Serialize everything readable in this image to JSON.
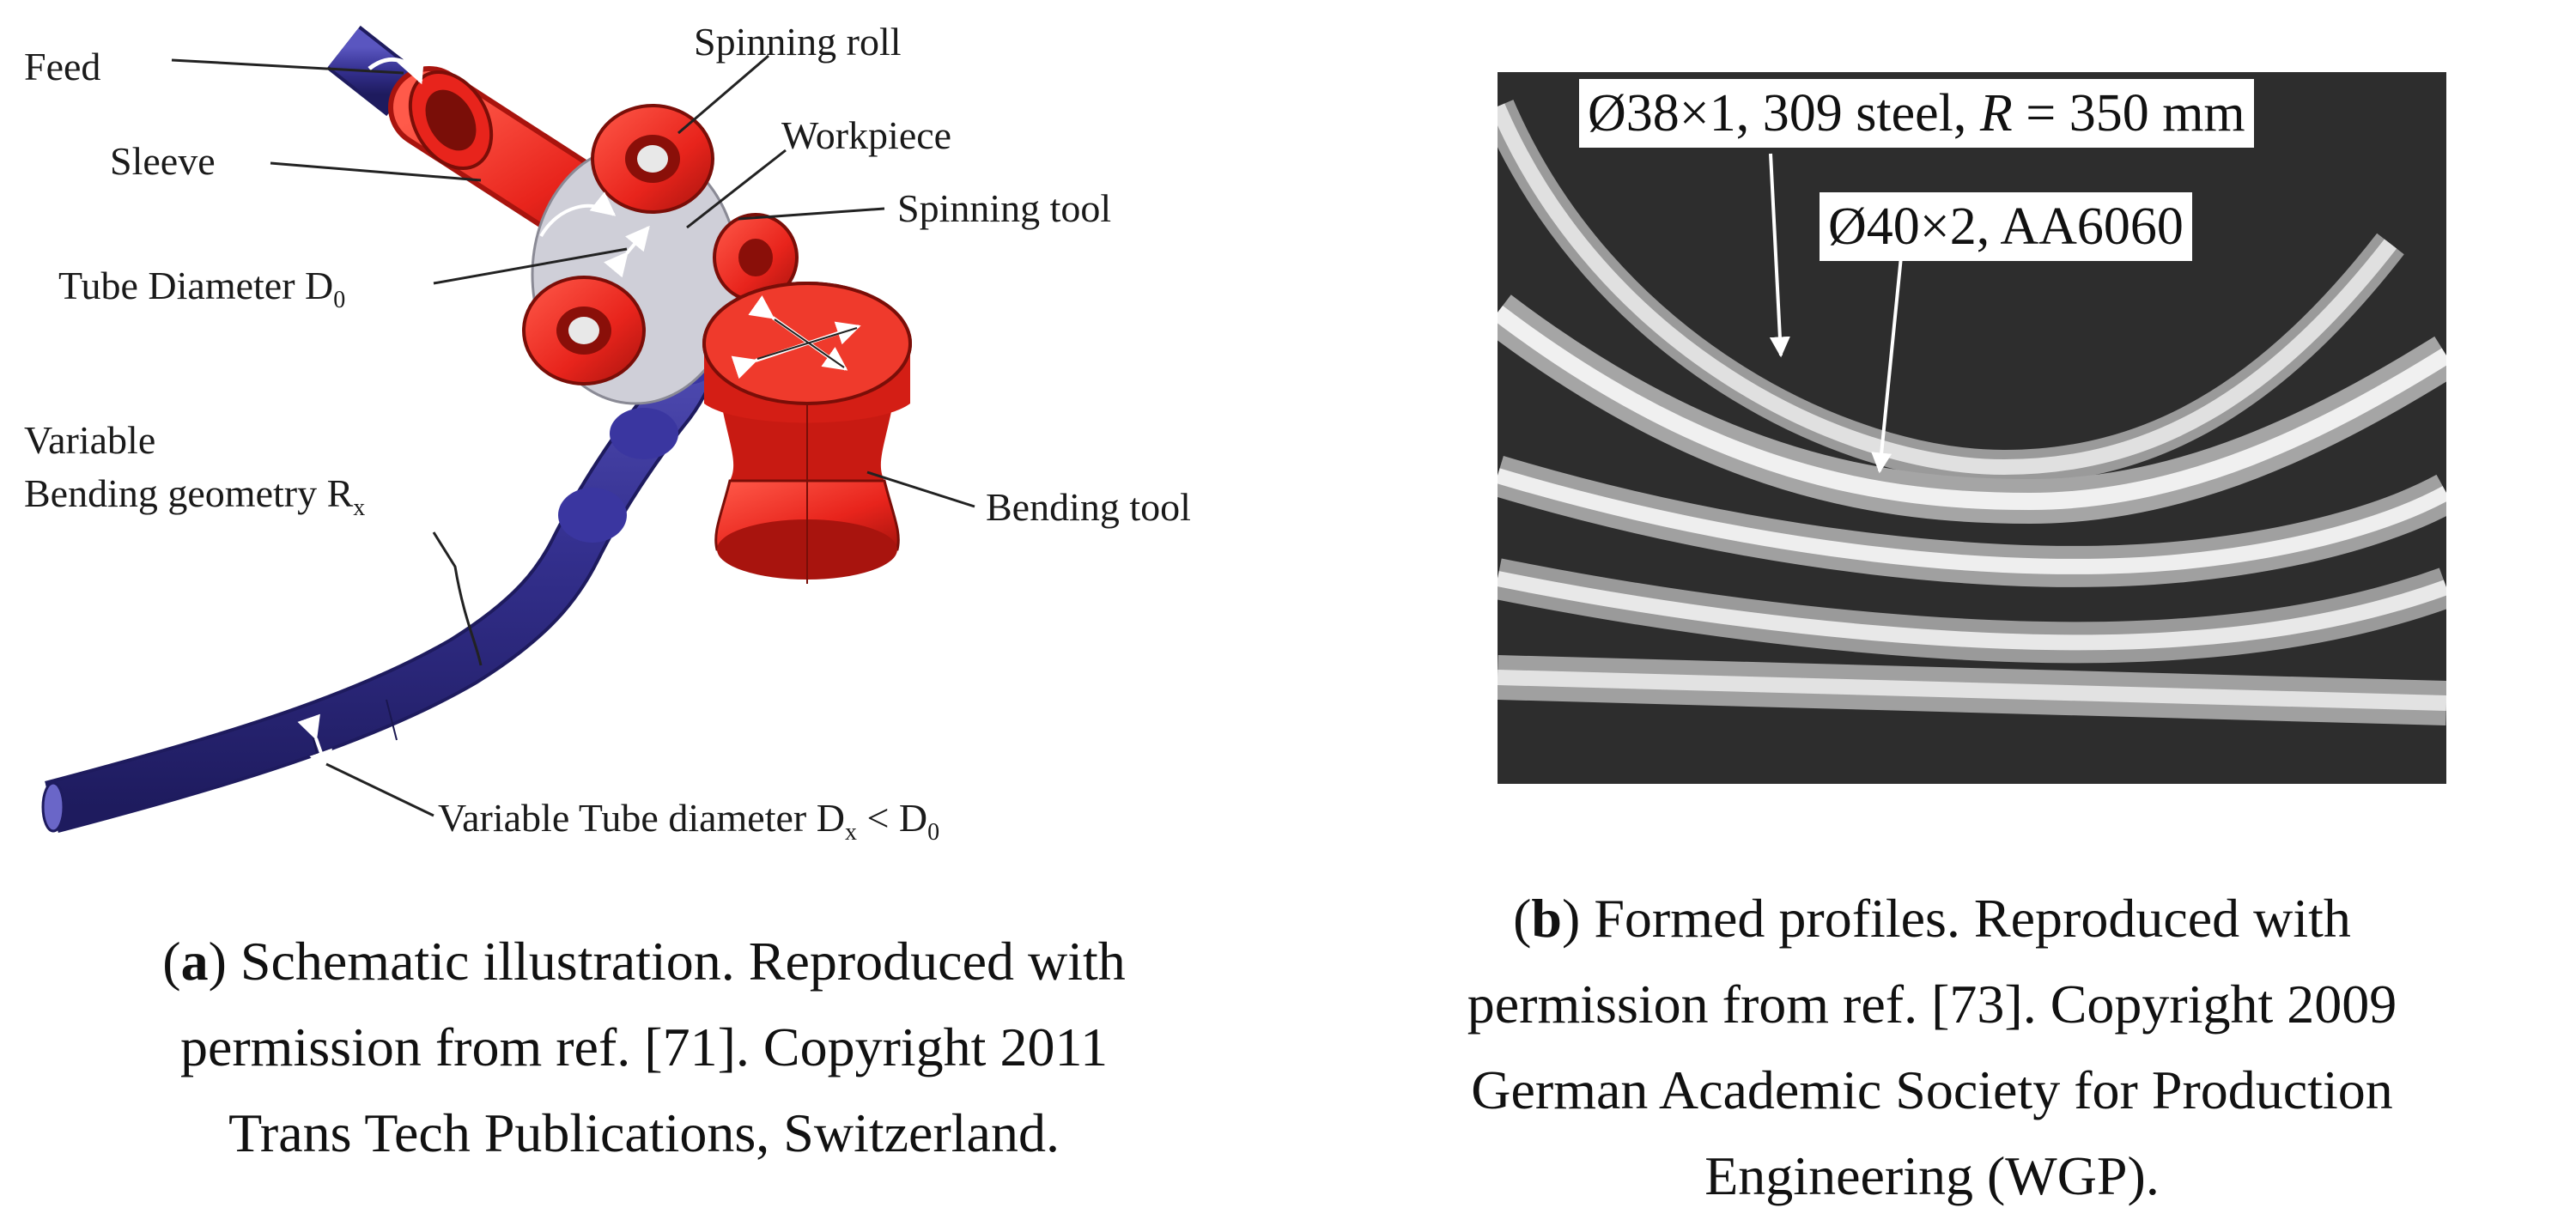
{
  "panel_a": {
    "labels": {
      "feed": "Feed",
      "spinning_roll": "Spinning roll",
      "sleeve": "Sleeve",
      "workpiece": "Workpiece",
      "spinning_tool": "Spinning tool",
      "tube_diameter": "Tube Diameter D",
      "tube_diameter_sub": "0",
      "variable": "Variable",
      "bending_geometry": "Bending geometry R",
      "bending_geometry_sub": "x",
      "bending_tool": "Bending tool",
      "variable_tube_diameter": "Variable Tube diameter D",
      "variable_tube_diameter_sub1": "x",
      "variable_tube_diameter_lt": " < D",
      "variable_tube_diameter_sub2": "0"
    },
    "caption": {
      "tag_open": "(",
      "tag_letter": "a",
      "tag_close": ")",
      "line1_rest": " Schematic illustration. Reproduced with",
      "line2": "permission from ref. [71]. Copyright 2011",
      "line3": "Trans Tech Publications, Switzerland."
    },
    "colors": {
      "tube": "#34308f",
      "tool": "#e8241c",
      "disc": "#cfcfd8"
    }
  },
  "panel_b": {
    "labels": {
      "steel_pre": "Ø38×1, 309 steel, ",
      "steel_r": "R",
      "steel_post": " = 350 mm",
      "alu": "Ø40×2, AA6060"
    },
    "caption": {
      "tag_open": "(",
      "tag_letter": "b",
      "tag_close": ")",
      "line1_rest": " Formed profiles. Reproduced with",
      "line2": "permission from ref. [73]. Copyright 2009",
      "line3": "German Academic Society for Production",
      "line4": "Engineering (WGP)."
    }
  }
}
